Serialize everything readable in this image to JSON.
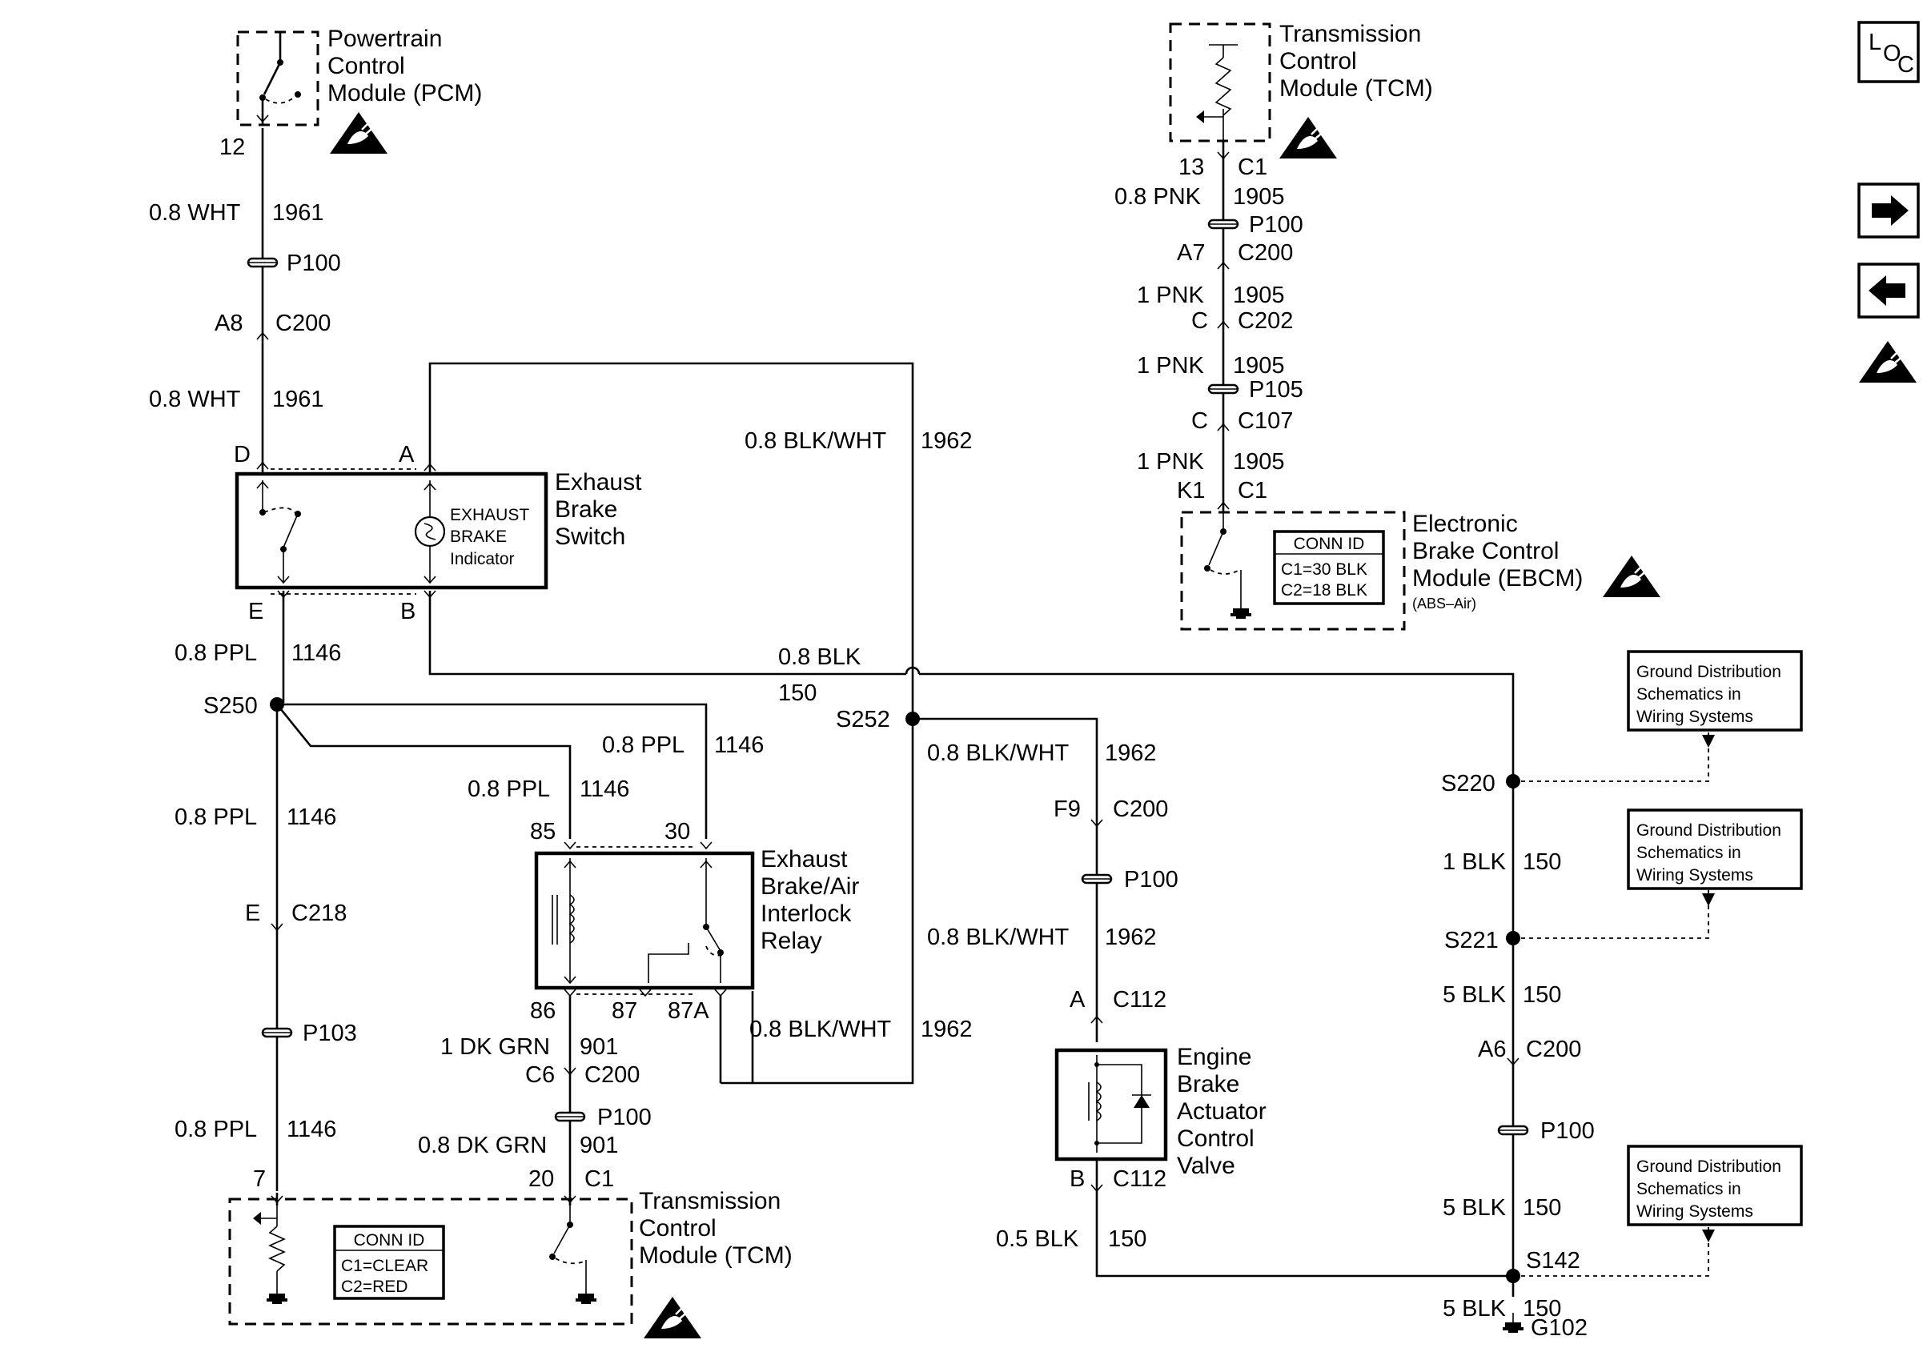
{
  "modules": {
    "pcm": {
      "line1": "Powertrain",
      "line2": "Control",
      "line3": "Module (PCM)",
      "pin": "12"
    },
    "tcm_top": {
      "line1": "Transmission",
      "line2": "Control",
      "line3": "Module (TCM)",
      "pin": "13",
      "conn": "C1"
    },
    "ebcm": {
      "line1": "Electronic",
      "line2": "Brake Control",
      "line3": "Module (EBCM)",
      "line4": "(ABS–Air)",
      "conn_title": "CONN ID",
      "conn_c1": "C1=30 BLK",
      "conn_c2": "C2=18 BLK",
      "pin": "K1",
      "conn": "C1"
    },
    "exhaust_switch": {
      "line1": "Exhaust",
      "line2": "Brake",
      "line3": "Switch",
      "ind1": "EXHAUST",
      "ind2": "BRAKE",
      "ind3": "Indicator",
      "pinD": "D",
      "pinA": "A",
      "pinE": "E",
      "pinB": "B"
    },
    "relay": {
      "line1": "Exhaust",
      "line2": "Brake/Air",
      "line3": "Interlock",
      "line4": "Relay",
      "p85": "85",
      "p30": "30",
      "p86": "86",
      "p87": "87",
      "p87a": "87A"
    },
    "valve": {
      "line1": "Engine",
      "line2": "Brake",
      "line3": "Actuator",
      "line4": "Control",
      "line5": "Valve",
      "pinA": "A",
      "connA": "C112",
      "pinB": "B",
      "connB": "C112"
    },
    "tcm_bottom": {
      "line1": "Transmission",
      "line2": "Control",
      "line3": "Module (TCM)",
      "conn_title": "CONN ID",
      "conn_c1": "C1=CLEAR",
      "conn_c2": "C2=RED",
      "pin7": "7",
      "pin20": "20",
      "conn": "C1"
    }
  },
  "wires": {
    "w1961a": {
      "size": "0.8 WHT",
      "num": "1961"
    },
    "w1961b": {
      "size": "0.8 WHT",
      "num": "1961"
    },
    "p100_left": "P100",
    "a8": "A8",
    "c200_a8": "C200",
    "w1962_top": {
      "size": "0.8 BLK/WHT",
      "num": "1962"
    },
    "w1146_e": {
      "size": "0.8 PPL",
      "num": "1146"
    },
    "s250": "S250",
    "w1146_30": {
      "size": "0.8 PPL",
      "num": "1146"
    },
    "w1146_85": {
      "size": "0.8 PPL",
      "num": "1146"
    },
    "w1146_mid": {
      "size": "0.8 PPL",
      "num": "1146"
    },
    "e_c218": {
      "pin": "E",
      "conn": "C218"
    },
    "p103": "P103",
    "w1146_low": {
      "size": "0.8 PPL",
      "num": "1146"
    },
    "w901a": {
      "size": "1 DK GRN",
      "num": "901"
    },
    "c6_c200": {
      "pin": "C6",
      "conn": "C200"
    },
    "p100_relay": "P100",
    "w901b": {
      "size": "0.8 DK GRN",
      "num": "901"
    },
    "w1962_87a": {
      "size": "0.8 BLK/WHT",
      "num": "1962"
    },
    "w150_top": {
      "size": "0.8 BLK",
      "num": "150"
    },
    "s252": "S252",
    "w1962_valve": {
      "size": "0.8 BLK/WHT",
      "num": "1962"
    },
    "f9_c200": {
      "pin": "F9",
      "conn": "C200"
    },
    "p100_valve": "P100",
    "w1962_valve2": {
      "size": "0.8 BLK/WHT",
      "num": "1962"
    },
    "w150_valve": {
      "size": "0.5 BLK",
      "num": "150"
    },
    "w1905a": {
      "size": "0.8 PNK",
      "num": "1905"
    },
    "p100_tcm": "P100",
    "a7_c200": {
      "pin": "A7",
      "conn": "C200"
    },
    "w1905b": {
      "size": "1 PNK",
      "num": "1905"
    },
    "c_c202": {
      "pin": "C",
      "conn": "C202"
    },
    "w1905c": {
      "size": "1 PNK",
      "num": "1905"
    },
    "p105": "P105",
    "c_c107": {
      "pin": "C",
      "conn": "C107"
    },
    "w1905d": {
      "size": "1 PNK",
      "num": "1905"
    },
    "s220": "S220",
    "w150_1": {
      "size": "1 BLK",
      "num": "150"
    },
    "s221": "S221",
    "w150_2": {
      "size": "5 BLK",
      "num": "150"
    },
    "a6_c200": {
      "pin": "A6",
      "conn": "C200"
    },
    "p100_gnd": "P100",
    "w150_3": {
      "size": "5 BLK",
      "num": "150"
    },
    "s142": "S142",
    "w150_4": {
      "size": "5 BLK",
      "num": "150"
    },
    "g102": "G102"
  },
  "ground_refs": [
    {
      "line1": "Ground Distribution",
      "line2": "Schematics in",
      "line3": "Wiring Systems"
    },
    {
      "line1": "Ground Distribution",
      "line2": "Schematics in",
      "line3": "Wiring Systems"
    },
    {
      "line1": "Ground Distribution",
      "line2": "Schematics in",
      "line3": "Wiring Systems"
    }
  ],
  "nav": {
    "loc_l": "L",
    "loc_o": "O",
    "loc_c": "C",
    "next_icon": "arrow-right-icon",
    "prev_icon": "arrow-left-icon"
  }
}
